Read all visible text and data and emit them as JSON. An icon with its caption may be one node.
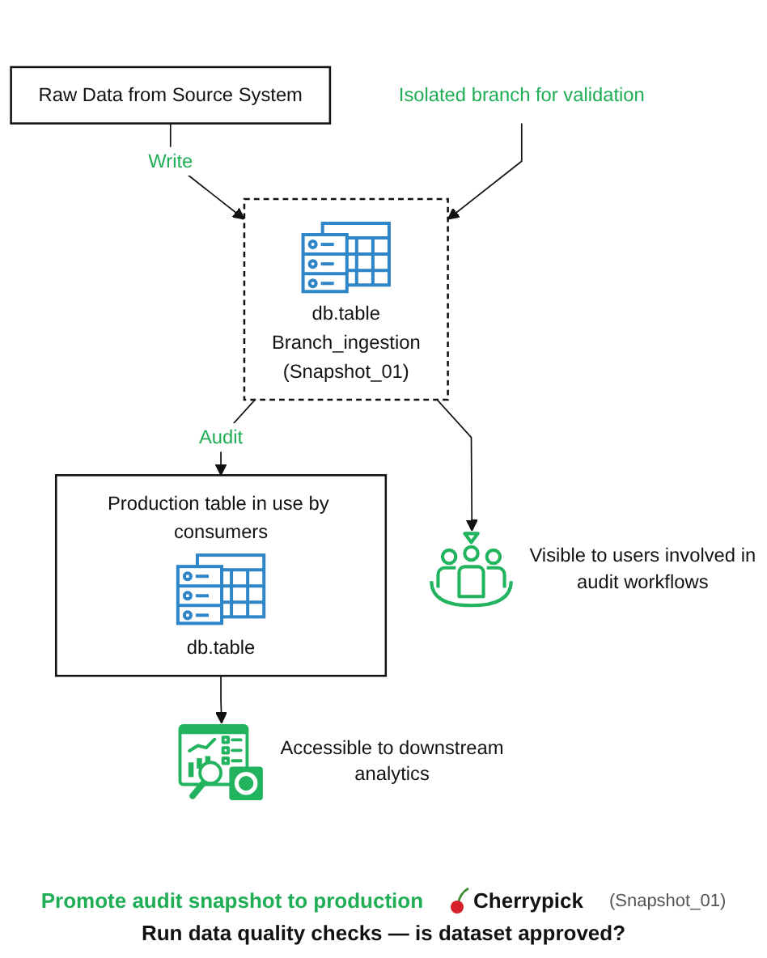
{
  "diagram": {
    "nodes": [
      {
        "text": [],
        "shape": "picture",
        "beside": [
          "Accessible to downstream analytics"
        ]
      },
      {
        "text": [
          "Production table in use by consumers",
          "db.table"
        ]
      },
      {
        "text": [
          "Raw Data from Source System"
        ]
      },
      {
        "text": [
          "Isolated branch for validation"
        ]
      },
      {
        "text": [
          "db.table",
          "Branch_ingestion",
          "(Snapshot_01)"
        ]
      },
      {
        "text": [],
        "shape": "person",
        "beside": [
          "Visible to users involved in audit workflows"
        ]
      }
    ],
    "edges": [
      {
        "from": 1,
        "to": 0,
        "arrow": "to"
      },
      {
        "from": 2,
        "to": 4,
        "arrow": "to",
        "label": "Write"
      },
      {
        "from": 3,
        "to": 4,
        "arrow": "to"
      },
      {
        "from": 4,
        "to": 1,
        "arrow": "to",
        "label": "Audit"
      },
      {
        "from": 4,
        "to": 5,
        "arrow": "to"
      }
    ],
    "labels": [
      "Promote audit snapshot to production",
      "Cherrypick",
      "(Snapshot_01)",
      "Run data quality checks — is dataset approved?"
    ]
  }
}
